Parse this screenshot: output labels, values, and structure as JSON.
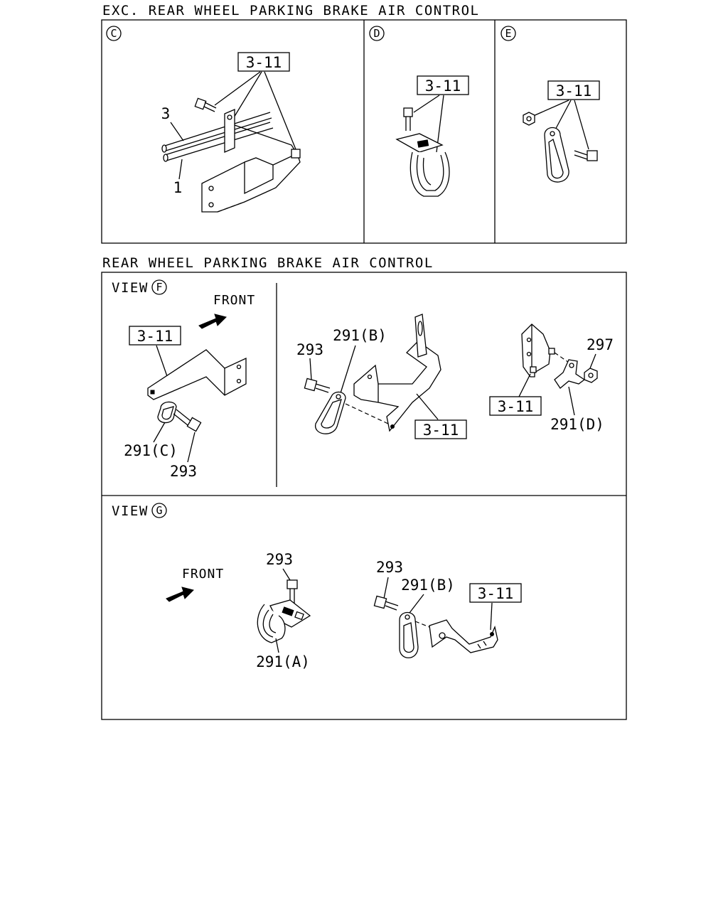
{
  "captions": {
    "top": "EXC. REAR WHEEL PARKING BRAKE AIR CONTROL",
    "bottom": "REAR WHEEL PARKING BRAKE AIR CONTROL"
  },
  "panels": {
    "c": {
      "marker": "C",
      "ref": "3-11",
      "part_3": "3",
      "part_1": "1"
    },
    "d": {
      "marker": "D",
      "ref": "3-11"
    },
    "e": {
      "marker": "E",
      "ref": "3-11"
    },
    "view_f": {
      "view": "VIEW",
      "marker": "F",
      "front": "FRONT",
      "left": {
        "ref": "3-11",
        "clamp": "291(C)",
        "bolt": "293"
      },
      "middle": {
        "bolt": "293",
        "clamp": "291(B)",
        "ref": "3-11"
      },
      "right": {
        "nut": "297",
        "ref": "3-11",
        "clamp": "291(D)"
      }
    },
    "view_g": {
      "view": "VIEW",
      "marker": "G",
      "front": "FRONT",
      "left": {
        "bolt": "293",
        "clamp": "291(A)"
      },
      "right": {
        "bolt": "293",
        "clamp": "291(B)",
        "ref": "3-11"
      }
    }
  }
}
